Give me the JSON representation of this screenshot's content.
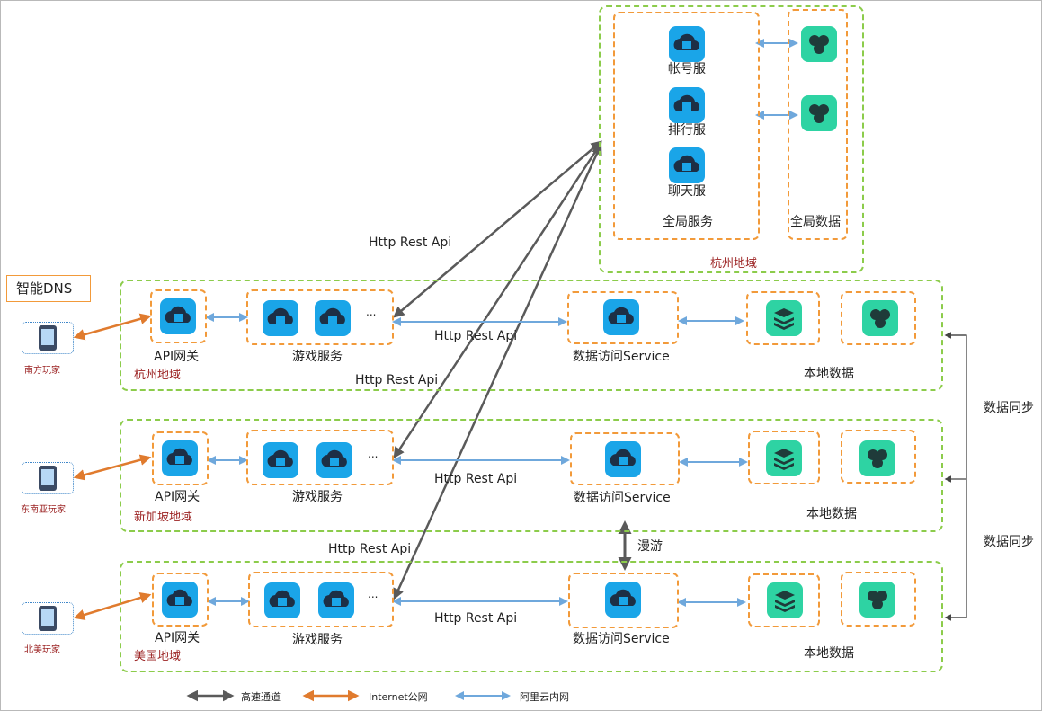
{
  "global": {
    "services": [
      "帐号服",
      "排行服",
      "聊天服"
    ],
    "services_label": "全局服务",
    "data_label": "全局数据",
    "region_label": "杭州地域"
  },
  "dns_label": "智能DNS",
  "rows": [
    {
      "gateway": "API网关",
      "games": "游戏服务",
      "dots": "...",
      "access": "数据访问Service",
      "local": "本地数据",
      "region": "杭州地域",
      "player": "南方玩家",
      "api_label": "Http Rest Api"
    },
    {
      "gateway": "API网关",
      "games": "游戏服务",
      "dots": "...",
      "access": "数据访问Service",
      "local": "本地数据",
      "region": "新加坡地域",
      "player": "东南亚玩家",
      "api_label": "Http Rest Api"
    },
    {
      "gateway": "API网关",
      "games": "游戏服务",
      "dots": "...",
      "access": "数据访问Service",
      "local": "本地数据",
      "region": "美国地域",
      "player": "北美玩家",
      "api_label": "Http Rest Api"
    }
  ],
  "cross_labels": [
    "Http Rest Api",
    "Http Rest Api",
    "Http Rest Api"
  ],
  "sync_label": "数据同步",
  "roam_label": "漫游",
  "legend": {
    "high_speed": "高速通道",
    "internet": "Internet公网",
    "intranet": "阿里云内网"
  },
  "colors": {
    "high_speed": "#5a5a5a",
    "internet": "#e07b2e",
    "intranet": "#6fa8dc",
    "region_border": "#8ccc4b",
    "box_border": "#f29a3a"
  }
}
